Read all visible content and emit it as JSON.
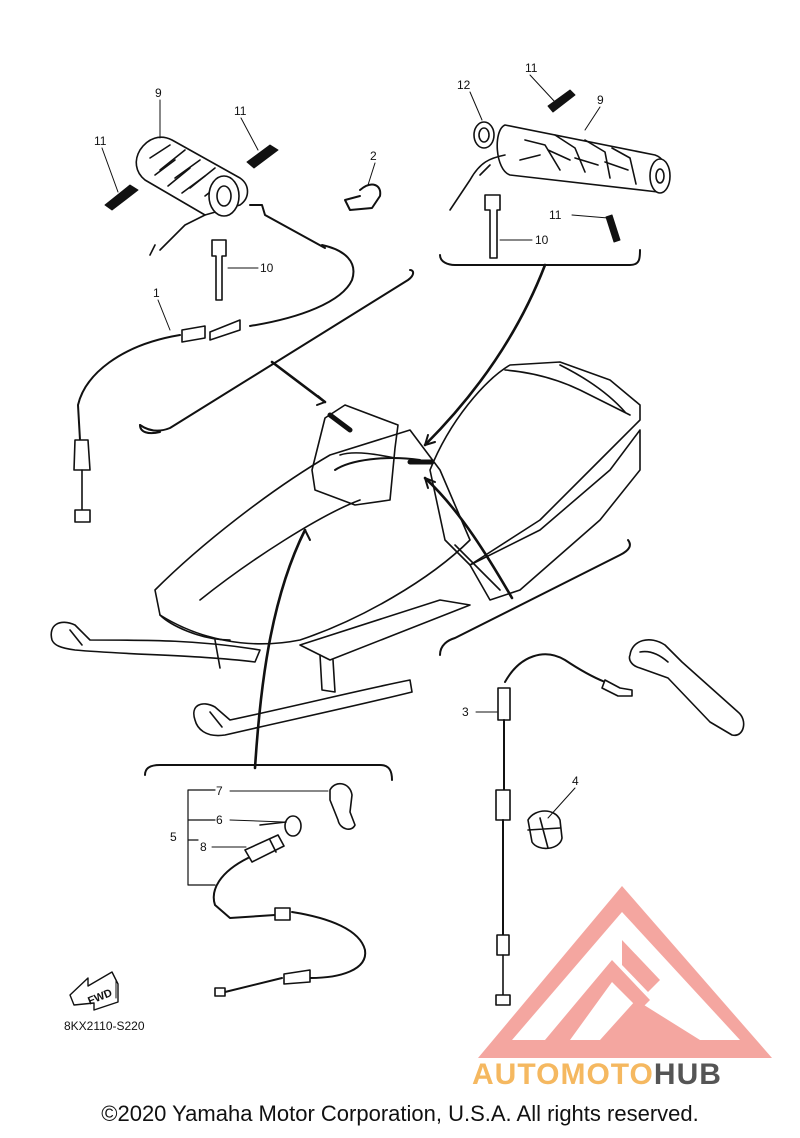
{
  "diagram": {
    "reference_code": "8KX2110-S220",
    "fwd_label": "FWD",
    "callouts": {
      "c1": "1",
      "c2": "2",
      "c3": "3",
      "c4": "4",
      "c5": "5",
      "c6": "6",
      "c7": "7",
      "c8": "8",
      "c9a": "9",
      "c9b": "9",
      "c10a": "10",
      "c10b": "10",
      "c11a": "11",
      "c11b": "11",
      "c11c": "11",
      "c11d": "11",
      "c12": "12"
    }
  },
  "watermark": {
    "brand_part1": "AUTOMOTO",
    "brand_part2": "HUB",
    "colors": {
      "accent": "#f4a6a0",
      "orange": "#f5b860",
      "dark": "#555555"
    }
  },
  "footer": {
    "copyright": "©2020 Yamaha Motor Corporation, U.S.A. All rights reserved."
  }
}
